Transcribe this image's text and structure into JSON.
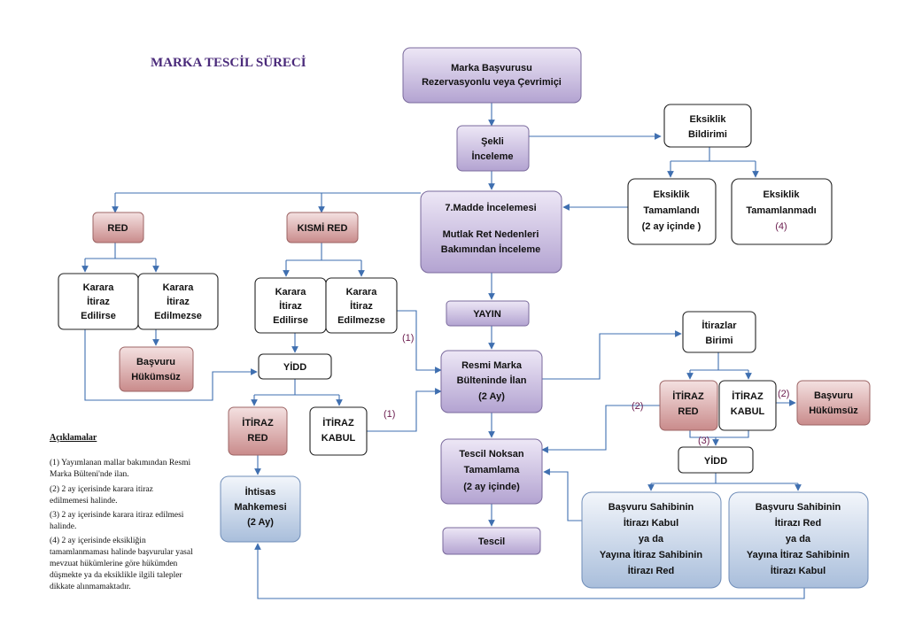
{
  "title": "MARKA TESCİL SÜRECİ",
  "nodes": {
    "basvuru": [
      "Marka Başvurusu",
      "Rezervasyonlu veya Çevrimiçi"
    ],
    "sekli": [
      "Şekli",
      "İnceleme"
    ],
    "eksiklik_bildirimi": [
      "Eksiklik",
      "Bildirimi"
    ],
    "eksiklik_tamamlandi": [
      "Eksiklik",
      "Tamamlandı",
      "(2 ay içinde )"
    ],
    "eksiklik_tamamlanmadi": [
      "Eksiklik",
      "Tamamlanmadı"
    ],
    "eksiklik_tamamlanmadi_ref": "(4)",
    "madde7": [
      "7.Madde İncelemesi",
      "",
      "Mutlak Ret Nedenleri",
      "Bakımından İnceleme"
    ],
    "red": "RED",
    "kismi_red": "KISMİ RED",
    "karara_itiraz_edilirse_1": [
      "Karara",
      "İtiraz",
      "Edilirse"
    ],
    "karara_itiraz_edilmezse_1": [
      "Karara",
      "İtiraz",
      "Edilmezse"
    ],
    "karara_itiraz_edilirse_2": [
      "Karara",
      "İtiraz",
      "Edilirse"
    ],
    "karara_itiraz_edilmezse_2": [
      "Karara",
      "İtiraz",
      "Edilmezse"
    ],
    "basvuru_hukumsuz_1": [
      "Başvuru",
      "Hükümsüz"
    ],
    "yidd_1": "YİDD",
    "itiraz_red_1": [
      "İTİRAZ",
      "RED"
    ],
    "itiraz_kabul_1": [
      "İTİRAZ",
      "KABUL"
    ],
    "ihtisas": [
      "İhtisas",
      "Mahkemesi",
      "(2 Ay)"
    ],
    "yayin": "YAYIN",
    "resmi_ilan": [
      "Resmi Marka",
      "Bülteninde İlan",
      "(2 Ay)"
    ],
    "tescil_noksan": [
      "Tescil Noksan",
      "Tamamlama",
      "(2 ay içinde)"
    ],
    "tescil": "Tescil",
    "itirazlar_birimi": [
      "İtirazlar",
      "Birimi"
    ],
    "itiraz_red_2": [
      "İTİRAZ",
      "RED"
    ],
    "itiraz_kabul_2": [
      "İTİRAZ",
      "KABUL"
    ],
    "basvuru_hukumsuz_2": [
      "Başvuru",
      "Hükümsüz"
    ],
    "yidd_2": "YİDD",
    "sahip_kabul": [
      "Başvuru Sahibinin",
      "İtirazı Kabul",
      "ya da",
      "Yayına İtiraz Sahibinin",
      "İtirazı Red"
    ],
    "sahip_red": [
      "Başvuru Sahibinin",
      "İtirazı Red",
      "ya da",
      "Yayına İtiraz Sahibinin",
      "İtirazı Kabul"
    ]
  },
  "refs": {
    "r1a": "(1)",
    "r1b": "(1)",
    "r2a": "(2)",
    "r2b": "(2)",
    "r3": "(3)"
  },
  "legend": {
    "heading": "Açıklamalar",
    "lines": [
      "(1) Yayımlanan mallar bakımından Resmi",
      "Marka Bülteni'nde ilan.",
      "(2) 2 ay içerisinde karara itiraz",
      "edilmemesi halinde.",
      "(3) 2 ay içerisinde karara itiraz edilmesi",
      "halinde.",
      "(4) 2 ay içerisinde eksikliğin",
      "tamamlanmaması halinde başvurular yasal",
      "mevzuat hükümlerine göre hükümden",
      "düşmekte ya da eksiklikle ilgili talepler",
      "dikkate alınmamaktadır."
    ]
  }
}
